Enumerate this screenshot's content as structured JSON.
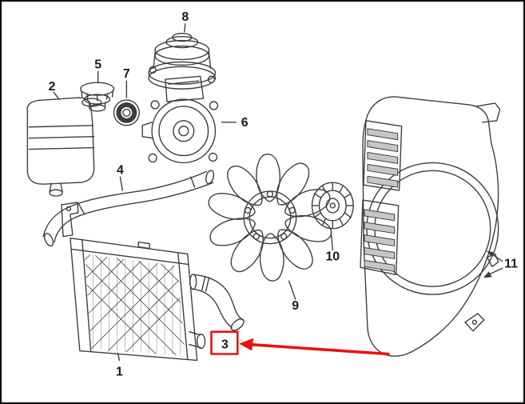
{
  "diagram": {
    "background": "#ffffff",
    "line_color": "#3d3d3d",
    "text_color": "#1a1a1a",
    "highlight_color": "#e8120c",
    "callouts": [
      {
        "num": "1",
        "part": "radiator"
      },
      {
        "num": "2",
        "part": "coolant-expansion-tank"
      },
      {
        "num": "3",
        "part": "lower-radiator-hose"
      },
      {
        "num": "4",
        "part": "upper-radiator-hose"
      },
      {
        "num": "5",
        "part": "expansion-tank-cap"
      },
      {
        "num": "6",
        "part": "water-pump"
      },
      {
        "num": "7",
        "part": "seal-ring"
      },
      {
        "num": "8",
        "part": "thermostat-housing"
      },
      {
        "num": "9",
        "part": "fan-blade"
      },
      {
        "num": "10",
        "part": "fan-clutch"
      },
      {
        "num": "11",
        "part": "fan-shroud"
      }
    ],
    "highlight": {
      "callout": "3",
      "marker": "red-box-and-arrow"
    }
  }
}
